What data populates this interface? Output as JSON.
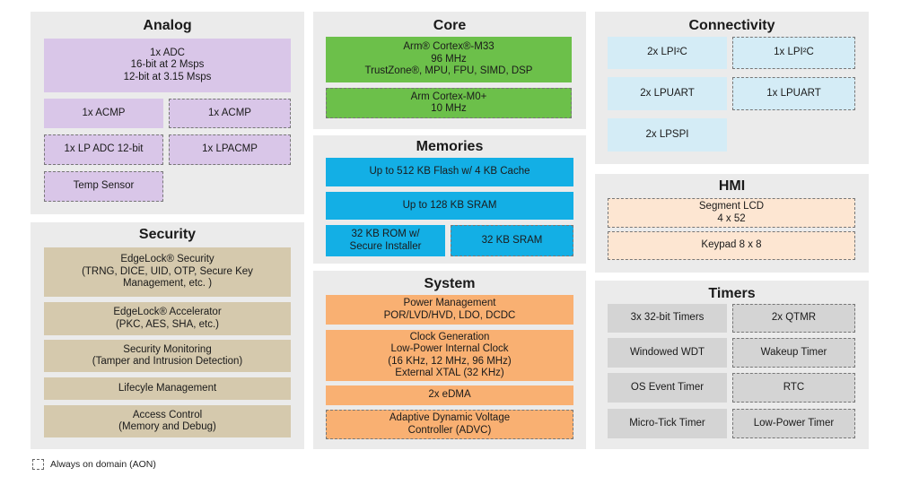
{
  "analog": {
    "title": "Analog",
    "adc": "1x ADC\n16-bit at 2 Msps\n12-bit at 3.15 Msps",
    "acmp1": "1x ACMP",
    "acmp2": "1x ACMP",
    "lp_adc": "1x LP ADC 12-bit",
    "lpacmp": "1x LPACMP",
    "temp": "Temp Sensor"
  },
  "core": {
    "title": "Core",
    "m33": "Arm® Cortex®-M33\n96 MHz\nTrustZone®, MPU, FPU, SIMD, DSP",
    "m0": "Arm Cortex-M0+\n10 MHz"
  },
  "connectivity": {
    "title": "Connectivity",
    "lpi2c_a": "2x LPI²C",
    "lpi2c_b": "1x LPI²C",
    "lpuart_a": "2x LPUART",
    "lpuart_b": "1x LPUART",
    "lpspi": "2x LPSPI"
  },
  "memories": {
    "title": "Memories",
    "flash": "Up to 512 KB Flash w/ 4 KB Cache",
    "sram": "Up to 128 KB SRAM",
    "rom": "32 KB ROM w/\nSecure Installer",
    "sram32": "32 KB SRAM"
  },
  "hmi": {
    "title": "HMI",
    "lcd": "Segment LCD\n4 x 52",
    "keypad": "Keypad 8 x 8"
  },
  "security": {
    "title": "Security",
    "edgelock": "EdgeLock® Security\n(TRNG, DICE, UID, OTP, Secure Key\nManagement, etc. )",
    "accel": "EdgeLock® Accelerator\n(PKC, AES, SHA, etc.)",
    "monitor": "Security Monitoring\n(Tamper and Intrusion Detection)",
    "lifecycle": "Lifecyle Management",
    "access": "Access Control\n(Memory and Debug)"
  },
  "system": {
    "title": "System",
    "power": "Power Management\nPOR/LVD/HVD, LDO, DCDC",
    "clock": "Clock Generation\nLow-Power Internal Clock\n(16 KHz, 12 MHz, 96 MHz)\nExternal XTAL (32 KHz)",
    "edma": "2x eDMA",
    "advc": "Adaptive Dynamic Voltage\nController (ADVC)"
  },
  "timers": {
    "title": "Timers",
    "t32": "3x 32-bit Timers",
    "qtmr": "2x QTMR",
    "wwdt": "Windowed WDT",
    "wakeup": "Wakeup Timer",
    "os": "OS Event Timer",
    "rtc": "RTC",
    "micro": "Micro-Tick Timer",
    "lptimer": "Low-Power Timer"
  },
  "legend": {
    "aon": "Always on domain (AON)"
  }
}
